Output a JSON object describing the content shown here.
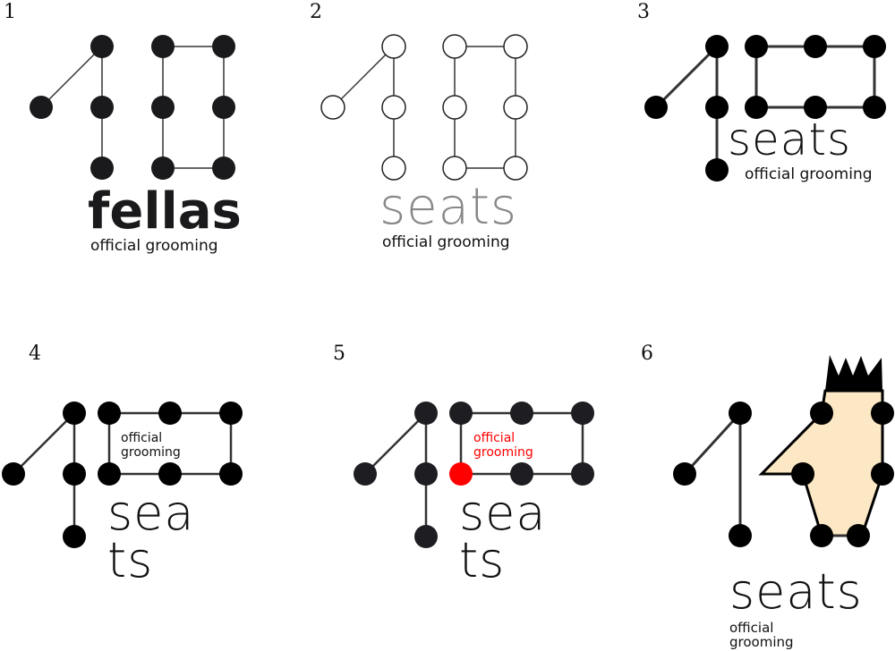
{
  "variants": [
    {
      "number": "1",
      "word": "fellas",
      "tagline": "official grooming",
      "style": "filled"
    },
    {
      "number": "2",
      "word": "seats",
      "tagline": "official grooming",
      "style": "outline"
    },
    {
      "number": "3",
      "word": "seats",
      "tagline": "official grooming",
      "style": "filled"
    },
    {
      "number": "4",
      "word_line1": "sea",
      "word_line2": "ts",
      "tagline_line1": "official",
      "tagline_line2": "grooming",
      "style": "filled"
    },
    {
      "number": "5",
      "word_line1": "sea",
      "word_line2": "ts",
      "tagline_line1": "official",
      "tagline_line2": "grooming",
      "style": "filled-red-accent"
    },
    {
      "number": "6",
      "word": "seats",
      "tagline_line1": "official",
      "tagline_line2": "grooming",
      "style": "face-illustration"
    }
  ],
  "colors": {
    "dot": "#1a1a1c",
    "accent": "#ff0000",
    "face": "#fce8c4",
    "outline_text": "#888888"
  }
}
